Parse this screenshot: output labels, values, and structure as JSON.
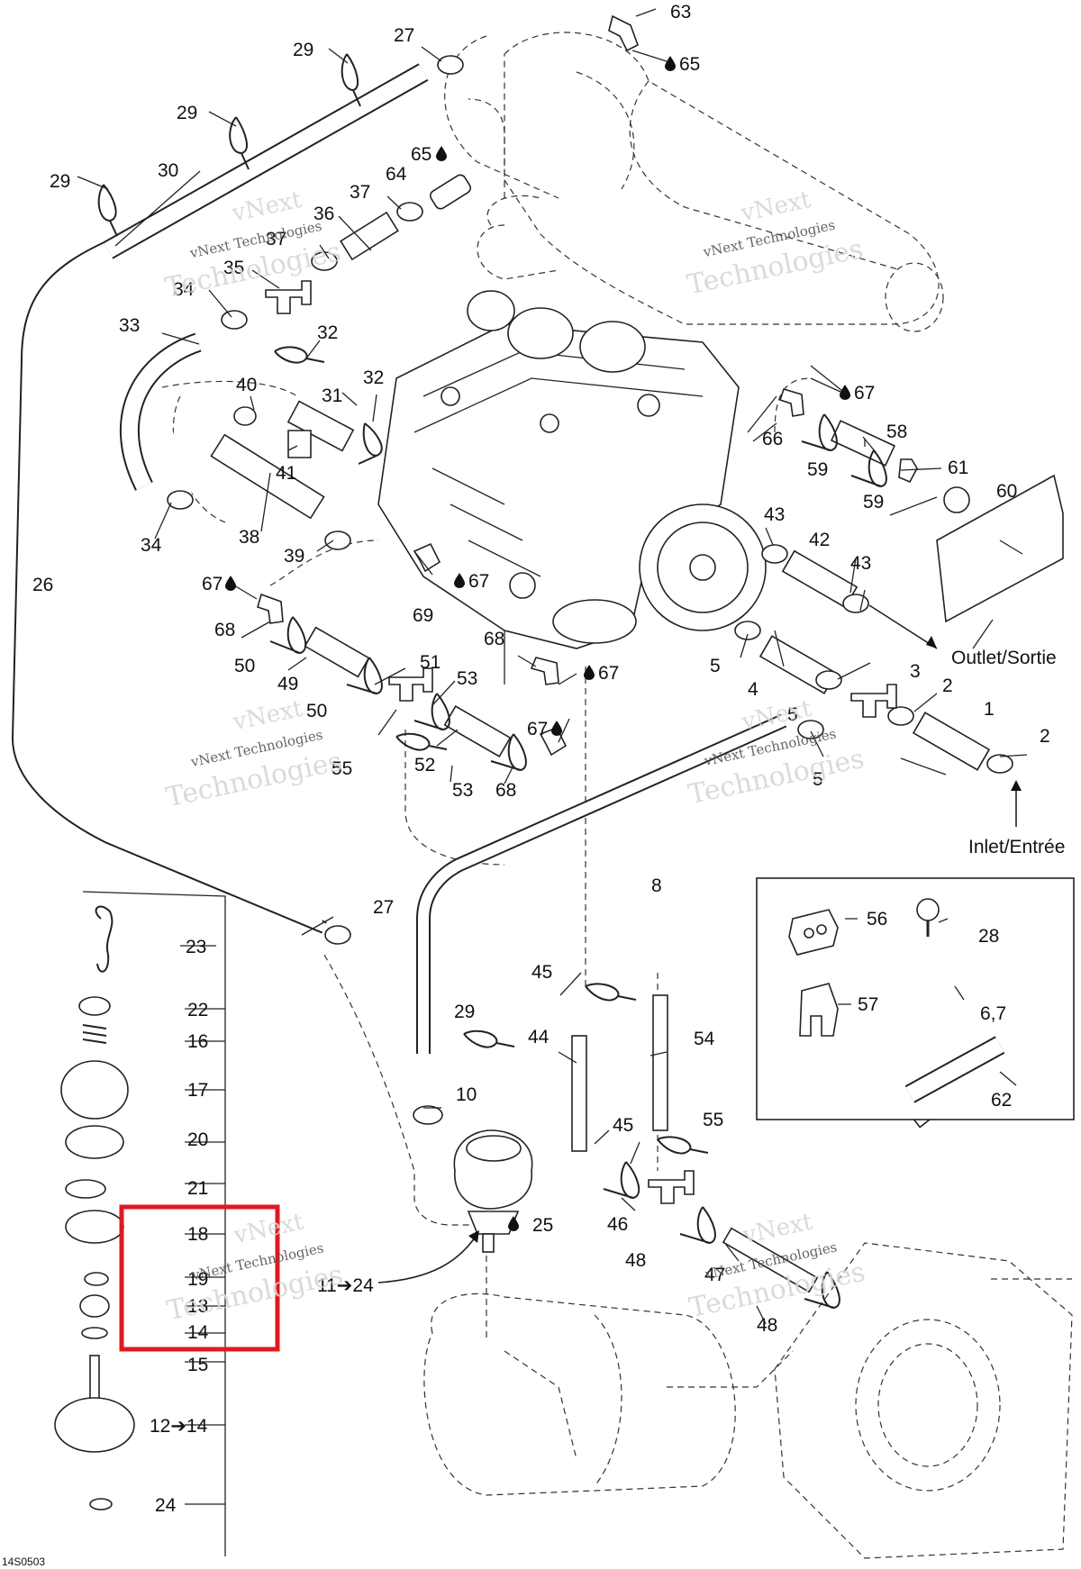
{
  "figure_code": "14S0503",
  "watermark": {
    "line1": "vNext",
    "line2": "vNext Technologies",
    "line3": "Technologies"
  },
  "drop_icon": "oil-drop-icon",
  "outlet_label": "Outlet/Sortie",
  "inlet_label": "Inlet/Entrée",
  "highlight_color": "#e0191f",
  "callouts": {
    "c1": "1",
    "c2a": "2",
    "c2b": "2",
    "c3": "3",
    "c4": "4",
    "c5a": "5",
    "c5b": "5",
    "c5c": "5",
    "c6_7": "6,7",
    "c8": "8",
    "c10": "10",
    "c11_24": "11➔24",
    "c12_14": "12➔14",
    "c13": "13",
    "c14": "14",
    "c15": "15",
    "c16": "16",
    "c17": "17",
    "c18": "18",
    "c19": "19",
    "c20": "20",
    "c21": "21",
    "c22": "22",
    "c23": "23",
    "c24": "24",
    "c25": "25",
    "c26": "26",
    "c27a": "27",
    "c27b": "27",
    "c28": "28",
    "c29a": "29",
    "c29b": "29",
    "c29c": "29",
    "c29d": "29",
    "c30": "30",
    "c31": "31",
    "c32a": "32",
    "c32b": "32",
    "c33": "33",
    "c34a": "34",
    "c34b": "34",
    "c35": "35",
    "c36": "36",
    "c37a": "37",
    "c37b": "37",
    "c38": "38",
    "c39": "39",
    "c40": "40",
    "c41": "41",
    "c42": "42",
    "c43a": "43",
    "c43b": "43",
    "c44": "44",
    "c45a": "45",
    "c45b": "45",
    "c46": "46",
    "c47": "47",
    "c48a": "48",
    "c48b": "48",
    "c49": "49",
    "c50a": "50",
    "c50b": "50",
    "c51": "51",
    "c52": "52",
    "c53a": "53",
    "c53b": "53",
    "c54": "54",
    "c55a": "55",
    "c55b": "55",
    "c56": "56",
    "c57": "57",
    "c58": "58",
    "c59a": "59",
    "c59b": "59",
    "c60": "60",
    "c61": "61",
    "c62": "62",
    "c63": "63",
    "c64": "64",
    "c65a": "65",
    "c65b": "65",
    "c66": "66",
    "c67a": "67",
    "c67b": "67",
    "c67c": "67",
    "c67d": "67",
    "c67e": "67",
    "c68a": "68",
    "c68b": "68",
    "c68c": "68",
    "c69": "69"
  }
}
